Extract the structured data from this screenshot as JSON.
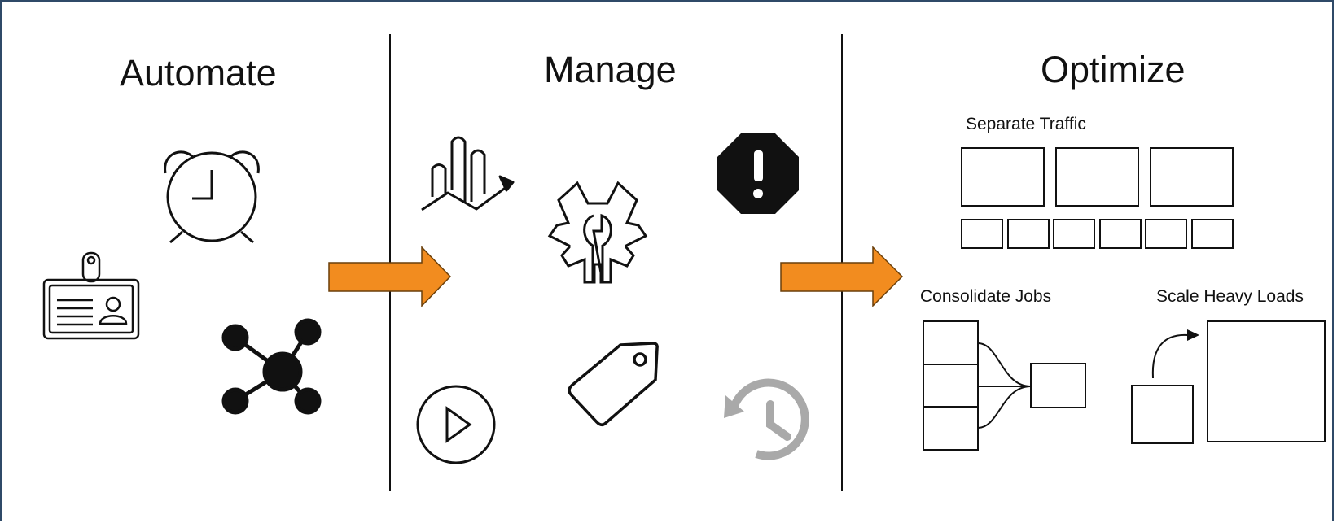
{
  "sections": {
    "automate": {
      "title": "Automate"
    },
    "manage": {
      "title": "Manage"
    },
    "optimize": {
      "title": "Optimize",
      "separate_traffic": "Separate Traffic",
      "consolidate_jobs": "Consolidate Jobs",
      "scale_heavy_loads": "Scale Heavy Loads"
    }
  },
  "icons": {
    "automate": [
      "id-badge-icon",
      "alarm-clock-icon",
      "network-hub-icon"
    ],
    "manage": [
      "analytics-chart-icon",
      "gear-wrench-icon",
      "alert-octagon-icon",
      "play-circle-icon",
      "tag-icon",
      "history-icon"
    ]
  },
  "colors": {
    "arrow": "#f28c1f",
    "ink": "#111111",
    "history_icon": "#a9a9a9",
    "frame_border": "#2f4a68"
  }
}
